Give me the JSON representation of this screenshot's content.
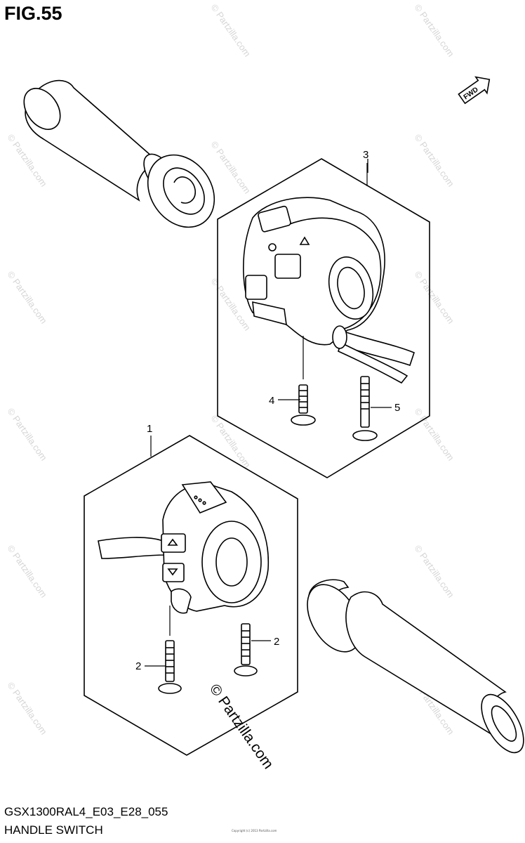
{
  "figure": {
    "title": "FIG.55"
  },
  "footer": {
    "model_code": "GSX1300RAL4_E03_E28_055",
    "section_name": "HANDLE SWITCH",
    "fine_print": "Copyright (c) 2013 Partzilla.com"
  },
  "direction_badge": {
    "label": "FWD"
  },
  "callouts": [
    {
      "id": "1",
      "label": "1"
    },
    {
      "id": "2a",
      "label": "2"
    },
    {
      "id": "2b",
      "label": "2"
    },
    {
      "id": "3",
      "label": "3"
    },
    {
      "id": "4",
      "label": "4"
    },
    {
      "id": "5",
      "label": "5"
    }
  ],
  "watermark": {
    "text": "© Partzilla.com"
  }
}
